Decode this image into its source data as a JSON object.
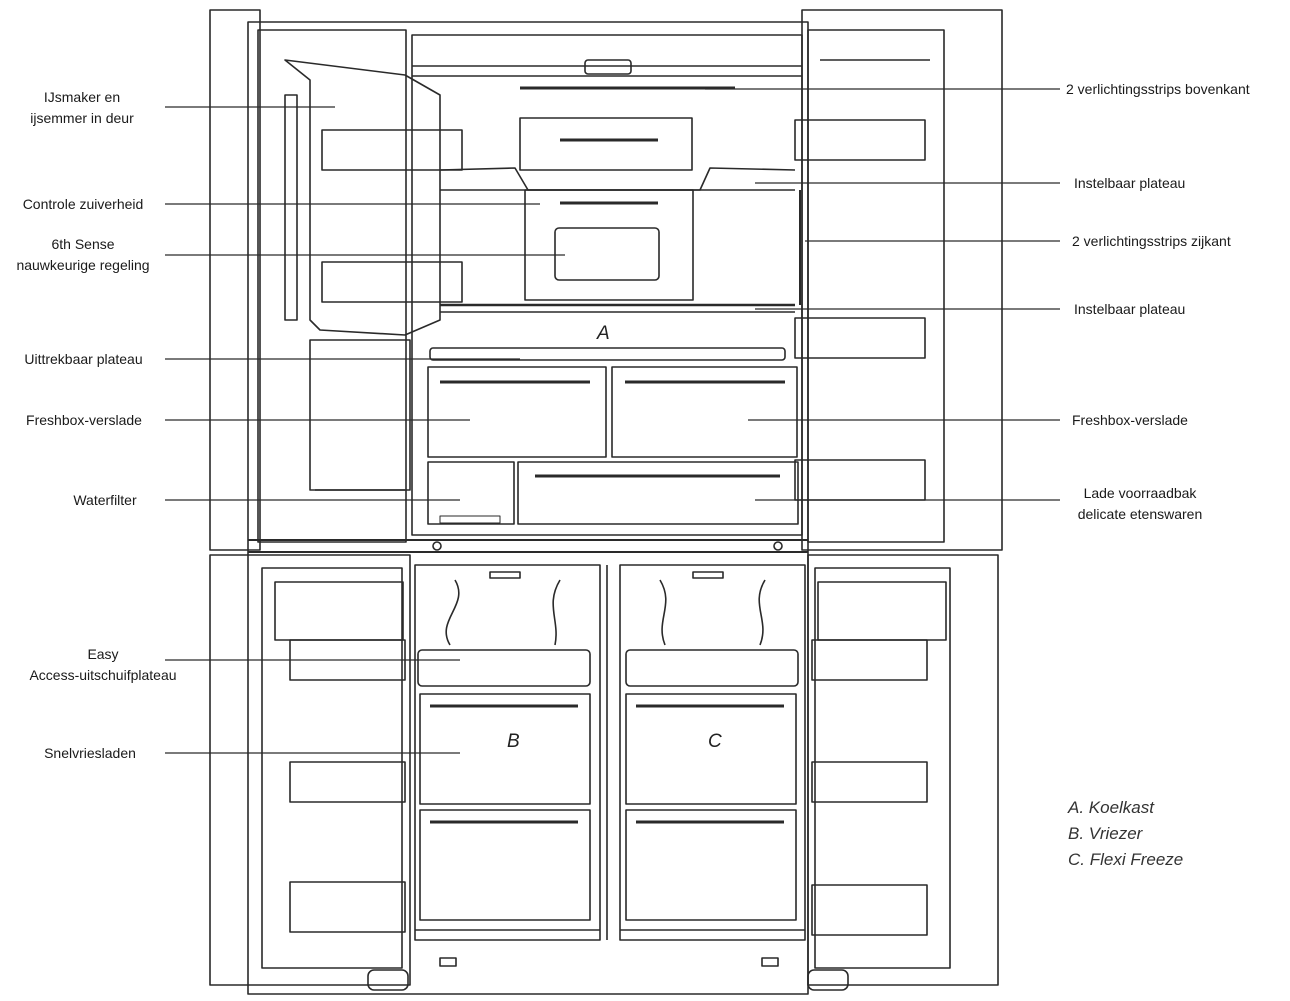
{
  "labels": {
    "ice_maker": [
      "IJsmaker en",
      "ijsemmer in deur"
    ],
    "purity_control": "Controle zuiverheid",
    "sixth_sense": [
      "6th Sense",
      "nauwkeurige regeling"
    ],
    "pullout_shelf": "Uittrekbaar plateau",
    "freshbox_left": "Freshbox-verslade",
    "water_filter": "Waterfilter",
    "easy_access": [
      "Easy",
      "Access-uitschuifplateau"
    ],
    "quick_freeze": "Snelvriesladen",
    "top_lights": "2 verlichtingsstrips bovenkant",
    "adjustable_shelf_1": "Instelbaar plateau",
    "side_lights": "2 verlichtingsstrips zijkant",
    "adjustable_shelf_2": "Instelbaar plateau",
    "freshbox_right": "Freshbox-verslade",
    "delicate_drawer": [
      "Lade voorraadbak",
      "delicate etenswaren"
    ]
  },
  "zones": {
    "a": "A",
    "b": "B",
    "c": "C"
  },
  "legend": [
    "A. Koelkast",
    "B. Vriezer",
    "C. Flexi Freeze"
  ],
  "colors": {
    "line": "#2a2a2a",
    "text": "#1a1a1a"
  }
}
